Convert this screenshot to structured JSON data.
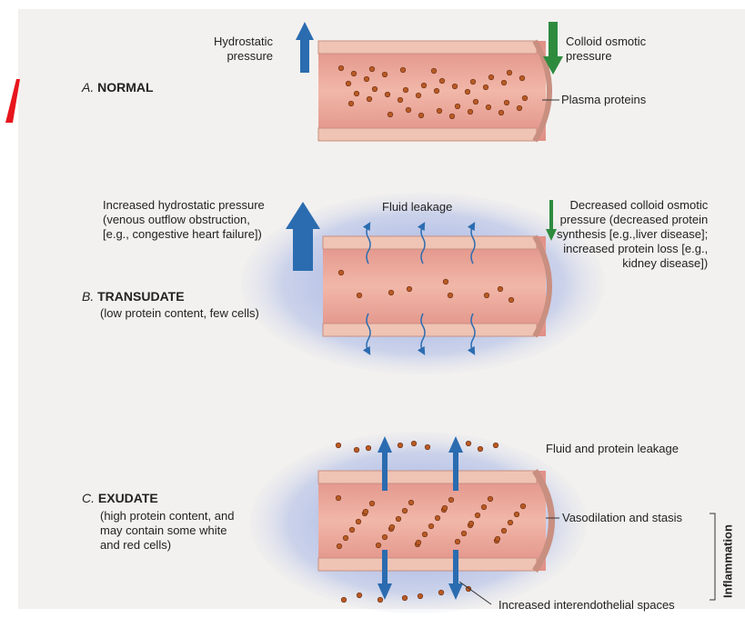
{
  "panel_a": {
    "letter": "A.",
    "title": "NORMAL",
    "hydrostatic_label": "Hydrostatic\npressure",
    "colloid_label": "Colloid osmotic\npressure",
    "plasma_label": "Plasma proteins"
  },
  "panel_b": {
    "letter": "B.",
    "title": "TRANSUDATE",
    "subtitle": "(low protein content, few cells)",
    "increased_label": "Increased hydrostatic pressure\n(venous outflow obstruction,\n[e.g., congestive heart failure])",
    "fluid_label": "Fluid leakage",
    "decreased_label": "Decreased colloid osmotic\npressure (decreased protein\nsynthesis [e.g.,liver disease];\nincreased protein loss [e.g.,\nkidney disease])"
  },
  "panel_c": {
    "letter": "C.",
    "title": "EXUDATE",
    "subtitle": "(high protein content, and\nmay contain some white\nand red cells)",
    "leak_label": "Fluid and protein leakage",
    "vaso_label": "Vasodilation and stasis",
    "spaces_label": "Increased interendothelial spaces",
    "inflammation_label": "Inflammation"
  },
  "colors": {
    "vessel_lumen": "#e9a49a",
    "endothelium": "#efc4b4",
    "protein": "#b85a25",
    "arrow_blue": "#2b6cb0",
    "arrow_green": "#2e8b3e",
    "halo_blue": "#a9b8e6",
    "red_mark": "#e8141c"
  }
}
